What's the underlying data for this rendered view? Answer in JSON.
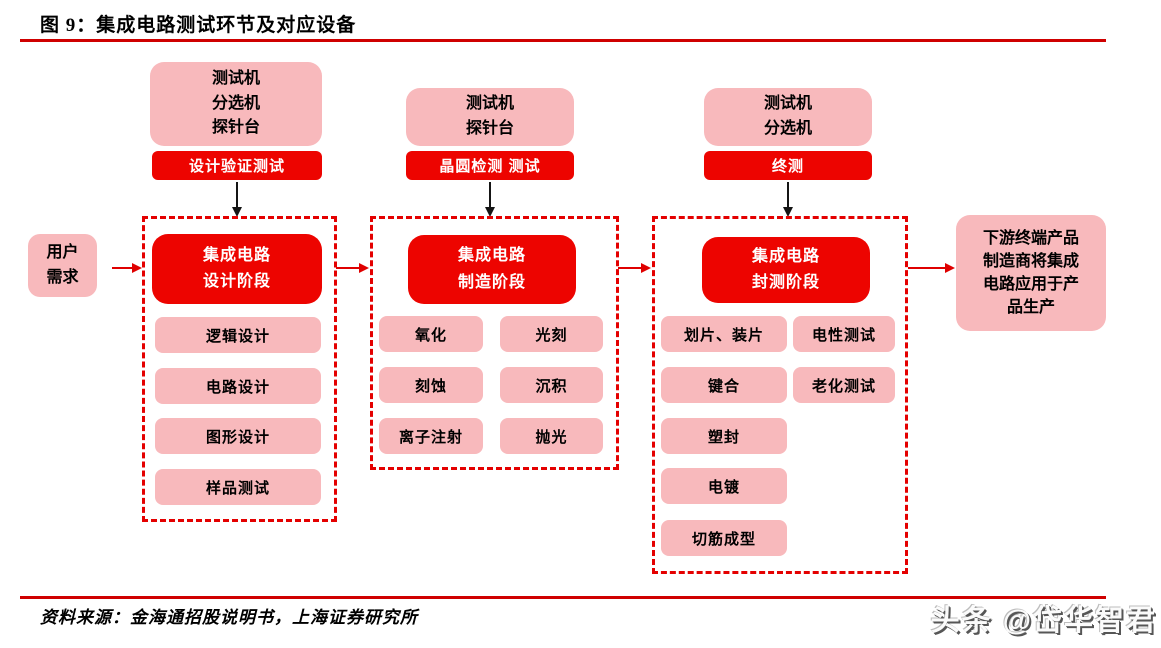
{
  "meta": {
    "figure_title": "图 9：集成电路测试环节及对应设备",
    "source_note": "资料来源：金海通招股说明书，上海证券研究所",
    "watermark": "头条 @岱华智君"
  },
  "colors": {
    "stage_red": "#ed0400",
    "pink": "#f8b9bc",
    "dashed_border_red": "#e40000",
    "rule_red": "#cf0000",
    "arrow_red": "#df0000",
    "arrow_black": "#151515"
  },
  "endpoints": {
    "input": {
      "lines": [
        "用户",
        "需求"
      ]
    },
    "output": {
      "lines": [
        "下游终端产品",
        "制造商将集成",
        "电路应用于产",
        "品生产"
      ]
    }
  },
  "stages": [
    {
      "equipment": [
        "测试机",
        "分选机",
        "探针台"
      ],
      "test_label": "设计验证测试",
      "header": [
        "集成电路",
        "设计阶段"
      ],
      "items": [
        "逻辑设计",
        "电路设计",
        "图形设计",
        "样品测试"
      ]
    },
    {
      "equipment": [
        "测试机",
        "探针台"
      ],
      "test_label": "晶圆检测 测试",
      "header": [
        "集成电路",
        "制造阶段"
      ],
      "items_left": [
        "氧化",
        "刻蚀",
        "离子注射"
      ],
      "items_right": [
        "光刻",
        "沉积",
        "抛光"
      ]
    },
    {
      "equipment": [
        "测试机",
        "分选机"
      ],
      "test_label": "终测",
      "header": [
        "集成电路",
        "封测阶段"
      ],
      "items_left": [
        "划片、装片",
        "键合",
        "塑封",
        "电镀",
        "切筋成型"
      ],
      "items_right": [
        "电性测试",
        "老化测试"
      ]
    }
  ]
}
